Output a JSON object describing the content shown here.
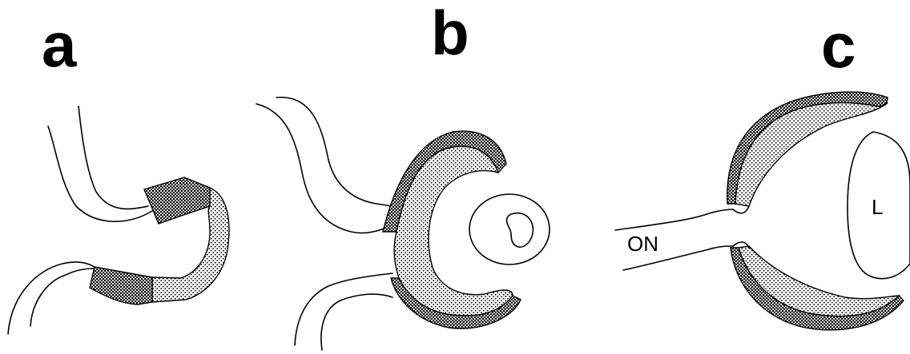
{
  "panels": [
    {
      "letter": "a"
    },
    {
      "letter": "b"
    },
    {
      "letter": "c",
      "labels": {
        "optic_nerve": "ON",
        "lens": "L"
      }
    }
  ],
  "colors": {
    "ink": "#000000",
    "background": "#ffffff"
  }
}
